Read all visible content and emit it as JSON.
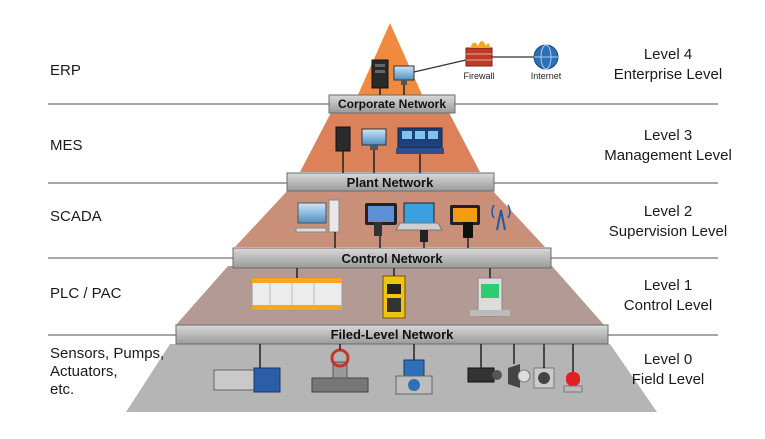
{
  "levels": [
    {
      "left_label": "ERP",
      "level": "Level 4",
      "level_name": "Enterprise Level"
    },
    {
      "left_label": "MES",
      "level": "Level 3",
      "level_name": "Management Level"
    },
    {
      "left_label": "SCADA",
      "level": "Level 2",
      "level_name": "Supervision Level"
    },
    {
      "left_label": "PLC / PAC",
      "level": "Level 1",
      "level_name": "Control Level"
    },
    {
      "left_label": "Sensors, Pumps,\nActuators,\netc.",
      "level": "Level 0",
      "level_name": "Field Level"
    }
  ],
  "networks": [
    "Corporate Network",
    "Plant Network",
    "Control Network",
    "Filed-Level Network"
  ],
  "top_labels": {
    "firewall": "Firewall",
    "internet": "Internet"
  },
  "colors": {
    "level4": "#f08a3e",
    "level3": "#d9825c",
    "level2": "#c9907c",
    "level1": "#b59a96",
    "level0": "#b8b8b8",
    "network_bar": "#b7b7b7",
    "divider": "#8a8a8a"
  }
}
